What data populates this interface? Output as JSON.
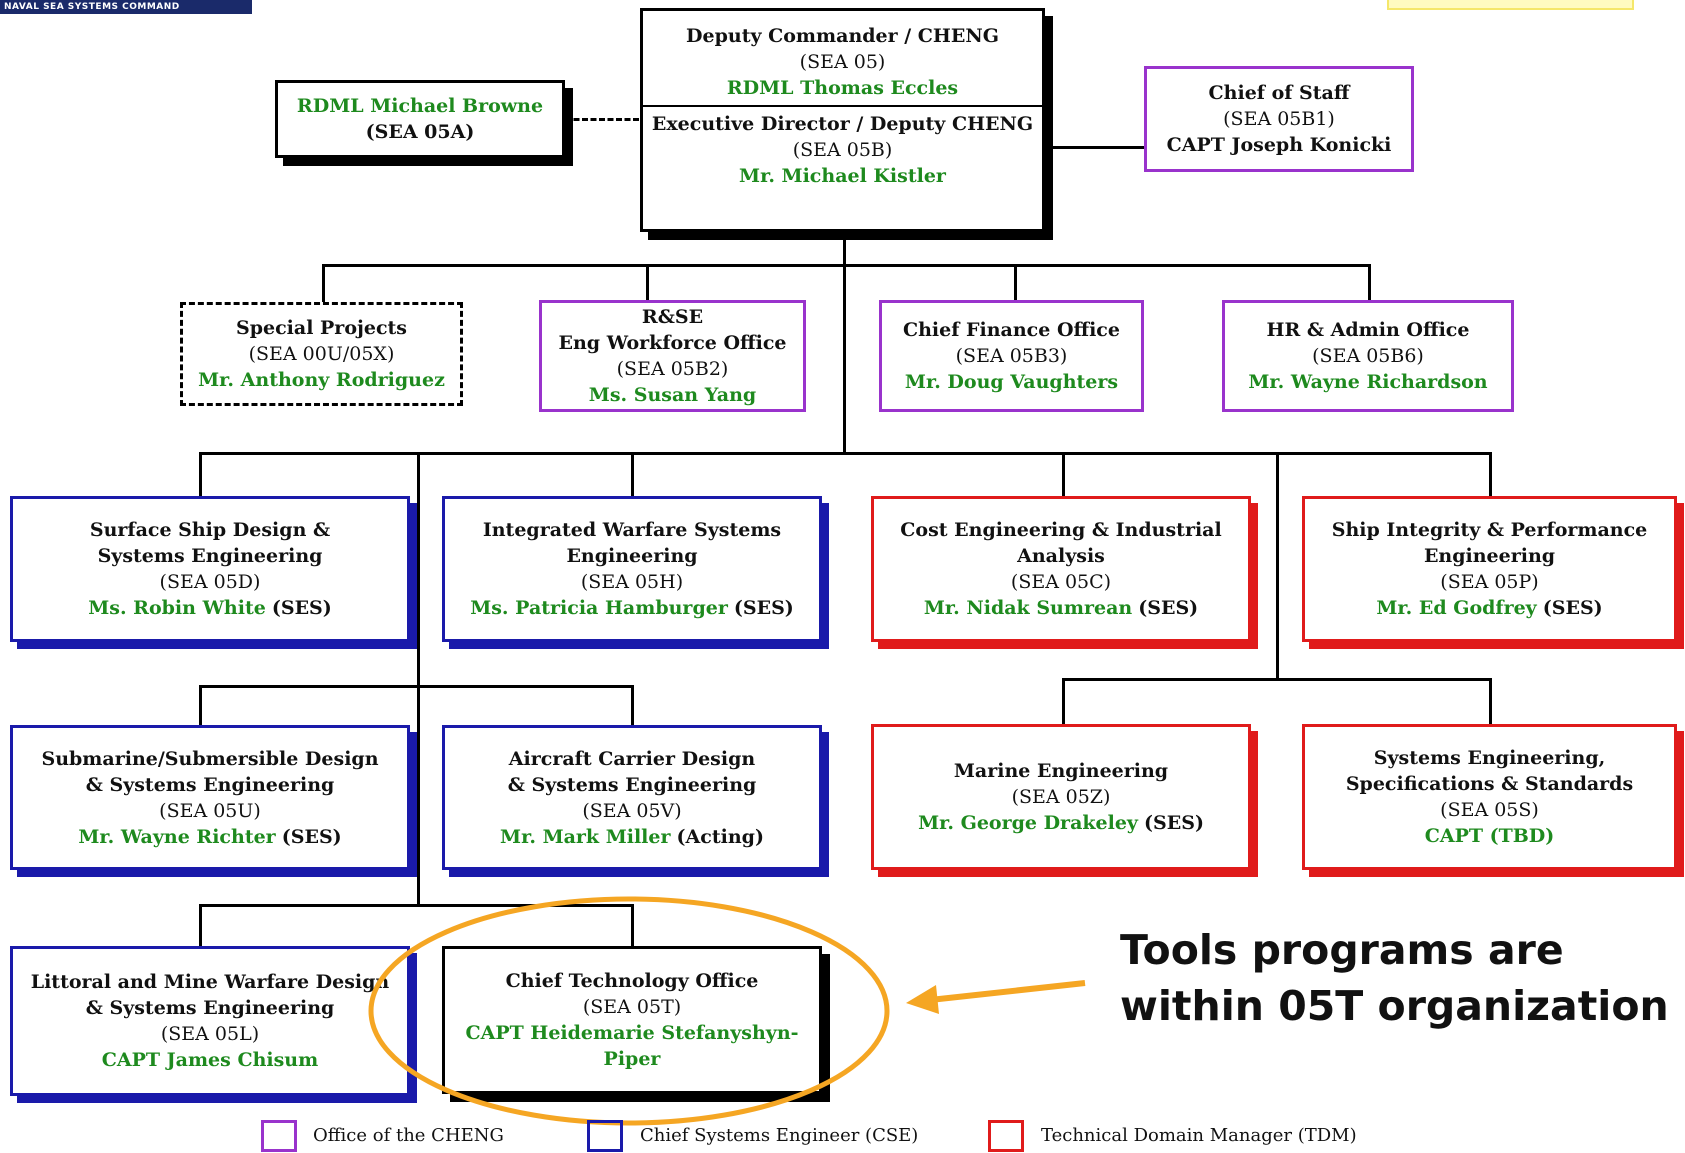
{
  "header": {
    "logo_text": "NAVAL SEA SYSTEMS COMMAND"
  },
  "top": {
    "deputy": {
      "title": "Deputy Commander / CHENG",
      "code": "(SEA 05)",
      "name": "RDML Thomas Eccles"
    },
    "executive": {
      "title": "Executive Director / Deputy CHENG",
      "code": "(SEA 05B)",
      "name": "Mr. Michael Kistler"
    },
    "rdml": {
      "name": "RDML Michael Browne",
      "code": "(SEA 05A)"
    },
    "chief_of_staff": {
      "title": "Chief of Staff",
      "code": "(SEA 05B1)",
      "name": "CAPT Joseph Konicki"
    }
  },
  "offices": [
    {
      "title": "Special Projects",
      "code": "(SEA 00U/05X)",
      "name": "Mr. Anthony Rodriguez"
    },
    {
      "title1": "R&SE",
      "title2": "Eng Workforce Office",
      "code": "(SEA 05B2)",
      "name": "Ms. Susan Yang"
    },
    {
      "title": "Chief Finance Office",
      "code": "(SEA 05B3)",
      "name": "Mr. Doug Vaughters"
    },
    {
      "title": "HR & Admin Office",
      "code": "(SEA 05B6)",
      "name": "Mr. Wayne Richardson"
    }
  ],
  "cse": [
    {
      "title1": "Surface Ship Design &",
      "title2": "Systems Engineering",
      "code": "(SEA 05D)",
      "name": "Ms. Robin White",
      "suffix": "(SES)"
    },
    {
      "title1": "Integrated Warfare Systems",
      "title2": "Engineering",
      "code": "(SEA 05H)",
      "name": "Ms. Patricia Hamburger",
      "suffix": "(SES)"
    },
    {
      "title1": "Submarine/Submersible Design",
      "title2": "& Systems Engineering",
      "code": "(SEA 05U)",
      "name": "Mr. Wayne Richter",
      "suffix": "(SES)"
    },
    {
      "title1": "Aircraft Carrier Design",
      "title2": "& Systems Engineering",
      "code": "(SEA 05V)",
      "name": "Mr. Mark Miller",
      "suffix": "(Acting)"
    },
    {
      "title1": "Littoral and Mine Warfare Design",
      "title2": "& Systems Engineering",
      "code": "(SEA 05L)",
      "name": "CAPT James Chisum"
    }
  ],
  "tdm": [
    {
      "title1": "Cost Engineering & Industrial",
      "title2": "Analysis",
      "code": "(SEA 05C)",
      "name": "Mr. Nidak Sumrean",
      "suffix": "(SES)"
    },
    {
      "title1": "Ship Integrity & Performance",
      "title2": "Engineering",
      "code": "(SEA 05P)",
      "name": "Mr. Ed Godfrey",
      "suffix": "(SES)"
    },
    {
      "title": "Marine Engineering",
      "code": "(SEA 05Z)",
      "name": "Mr. George Drakeley",
      "suffix": "(SES)"
    },
    {
      "title1": "Systems Engineering,",
      "title2": "Specifications & Standards",
      "code": "(SEA 05S)",
      "name": "CAPT (TBD)"
    }
  ],
  "cto": {
    "title": "Chief Technology Office",
    "code": "(SEA 05T)",
    "name": "CAPT Heidemarie Stefanyshyn-Piper"
  },
  "callout": {
    "line1": "Tools programs are",
    "line2": "within 05T organization"
  },
  "legend": {
    "office": "Office of the CHENG",
    "cse": "Chief Systems Engineer (CSE)",
    "tdm": "Technical Domain Manager (TDM)"
  },
  "colors": {
    "office": "#9933cc",
    "cse": "#1a1aaa",
    "tdm": "#e01b1b",
    "name_green": "#1e8a1e",
    "highlight_orange": "#f5a623"
  }
}
